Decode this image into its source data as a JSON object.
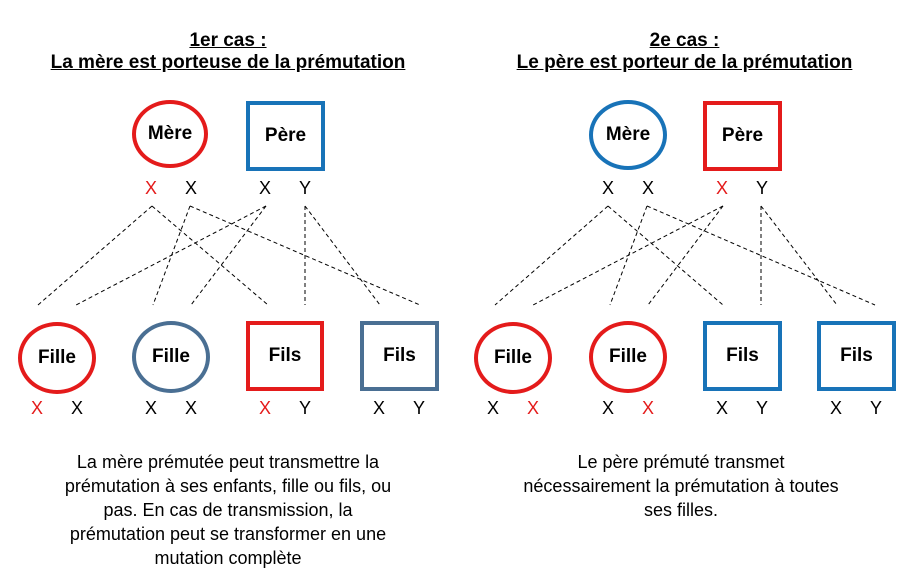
{
  "cases": [
    {
      "title_line1": "1er cas :",
      "title_line2": "La mère est porteuse de la prémutation",
      "parents": [
        {
          "label": "Mère",
          "shape": "circle",
          "color": "#e41b1b",
          "chromosomes": [
            {
              "v": "X",
              "c": "#e41b1b"
            },
            {
              "v": "X",
              "c": "#000000"
            }
          ]
        },
        {
          "label": "Père",
          "shape": "square",
          "color": "#1873b8",
          "chromosomes": [
            {
              "v": "X",
              "c": "#000000"
            },
            {
              "v": "Y",
              "c": "#000000"
            }
          ]
        }
      ],
      "children": [
        {
          "label": "Fille",
          "shape": "circle",
          "color": "#e41b1b",
          "chromosomes": [
            {
              "v": "X",
              "c": "#e41b1b"
            },
            {
              "v": "X",
              "c": "#000000"
            }
          ]
        },
        {
          "label": "Fille",
          "shape": "circle",
          "color": "#4a6f93",
          "chromosomes": [
            {
              "v": "X",
              "c": "#000000"
            },
            {
              "v": "X",
              "c": "#000000"
            }
          ]
        },
        {
          "label": "Fils",
          "shape": "square",
          "color": "#e41b1b",
          "chromosomes": [
            {
              "v": "X",
              "c": "#e41b1b"
            },
            {
              "v": "Y",
              "c": "#000000"
            }
          ]
        },
        {
          "label": "Fils",
          "shape": "square",
          "color": "#4a6f93",
          "chromosomes": [
            {
              "v": "X",
              "c": "#000000"
            },
            {
              "v": "Y",
              "c": "#000000"
            }
          ]
        }
      ],
      "caption": [
        "La mère prémutée peut transmettre la",
        "prémutation à ses enfants, fille ou fils, ou",
        "pas. En cas de transmission, la",
        "prémutation peut se transformer en une",
        "mutation complète"
      ]
    },
    {
      "title_line1": "2e cas :",
      "title_line2": "Le père est porteur de la prémutation",
      "parents": [
        {
          "label": "Mère",
          "shape": "circle",
          "color": "#1873b8",
          "chromosomes": [
            {
              "v": "X",
              "c": "#000000"
            },
            {
              "v": "X",
              "c": "#000000"
            }
          ]
        },
        {
          "label": "Père",
          "shape": "square",
          "color": "#e41b1b",
          "chromosomes": [
            {
              "v": "X",
              "c": "#e41b1b"
            },
            {
              "v": "Y",
              "c": "#000000"
            }
          ]
        }
      ],
      "children": [
        {
          "label": "Fille",
          "shape": "circle",
          "color": "#e41b1b",
          "chromosomes": [
            {
              "v": "X",
              "c": "#000000"
            },
            {
              "v": "X",
              "c": "#e41b1b"
            }
          ]
        },
        {
          "label": "Fille",
          "shape": "circle",
          "color": "#e41b1b",
          "chromosomes": [
            {
              "v": "X",
              "c": "#000000"
            },
            {
              "v": "X",
              "c": "#e41b1b"
            }
          ]
        },
        {
          "label": "Fils",
          "shape": "square",
          "color": "#1873b8",
          "chromosomes": [
            {
              "v": "X",
              "c": "#000000"
            },
            {
              "v": "Y",
              "c": "#000000"
            }
          ]
        },
        {
          "label": "Fils",
          "shape": "square",
          "color": "#1873b8",
          "chromosomes": [
            {
              "v": "X",
              "c": "#000000"
            },
            {
              "v": "Y",
              "c": "#000000"
            }
          ]
        }
      ],
      "caption": [
        "Le père prémuté transmet",
        "nécessairement la prémutation à toutes",
        "ses filles."
      ]
    }
  ]
}
